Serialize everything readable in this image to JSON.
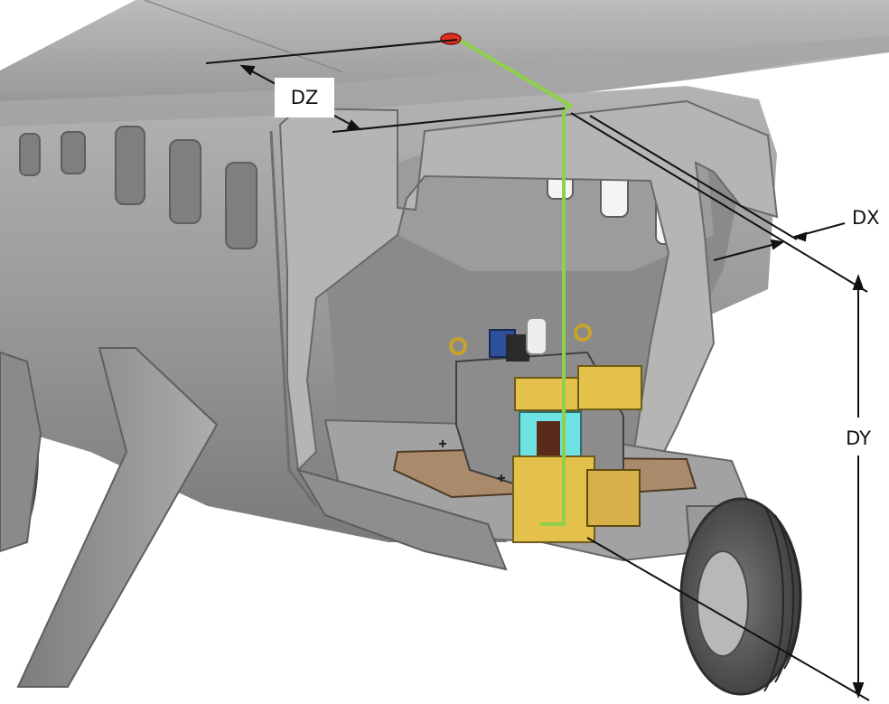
{
  "figure": {
    "dimension_labels": {
      "dz": "DZ",
      "dx": "DX",
      "dy": "DY"
    },
    "colors": {
      "background": "#ffffff",
      "fuselage": "#9a9a9a",
      "fuselage_dark": "#6e6e6e",
      "fuselage_light": "#c4c4c4",
      "interior": "#8c8c8c",
      "payload_yellow": "#e3c14a",
      "payload_cyan": "#6fe3e3",
      "payload_brown": "#a98a6a",
      "marker_red": "#e03020",
      "leader_green": "#8ed14a",
      "dimension_lines": "#111111",
      "tire": "#4a4a4a"
    }
  }
}
